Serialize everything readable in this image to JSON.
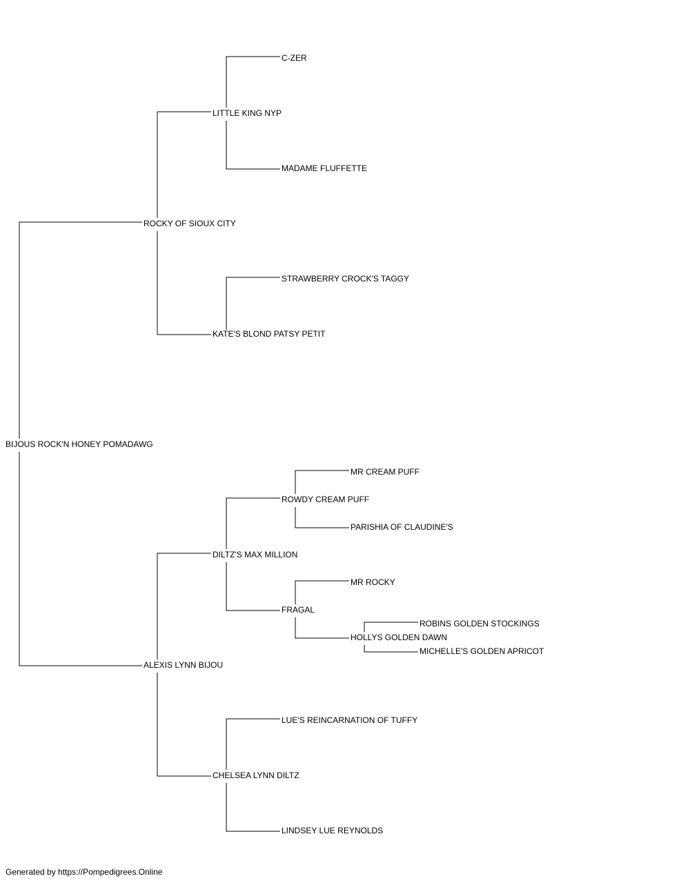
{
  "pedigree": {
    "subject": "BIJOUS ROCK'N HONEY POMADAWG",
    "sire": {
      "name": "ROCKY OF SIOUX CITY",
      "sire": {
        "name": "LITTLE KING NYP",
        "sire": {
          "name": "C-ZER"
        },
        "dam": {
          "name": "MADAME FLUFFETTE"
        }
      },
      "dam": {
        "name": "KATE'S BLOND PATSY PETIT",
        "sire": {
          "name": "STRAWBERRY CROCK'S TAGGY"
        }
      }
    },
    "dam": {
      "name": "ALEXIS LYNN BIJOU",
      "sire": {
        "name": "DILTZ'S MAX MILLION",
        "sire": {
          "name": "ROWDY CREAM PUFF",
          "sire": {
            "name": "MR CREAM PUFF"
          },
          "dam": {
            "name": "PARISHIA OF CLAUDINE'S"
          }
        },
        "dam": {
          "name": "FRAGAL",
          "sire": {
            "name": "MR ROCKY"
          },
          "dam": {
            "name": "HOLLYS GOLDEN DAWN",
            "sire": {
              "name": "ROBINS GOLDEN STOCKINGS"
            },
            "dam": {
              "name": "MICHELLE'S GOLDEN APRICOT"
            }
          }
        }
      },
      "dam": {
        "name": "CHELSEA LYNN DILTZ",
        "sire": {
          "name": "LUE'S REINCARNATION OF TUFFY"
        },
        "dam": {
          "name": "LINDSEY LUE REYNOLDS"
        }
      }
    }
  },
  "footer": "Generated by https://Pompedigrees.Online",
  "colors": {
    "line": "#000000",
    "text": "#000000",
    "background": "#ffffff"
  }
}
